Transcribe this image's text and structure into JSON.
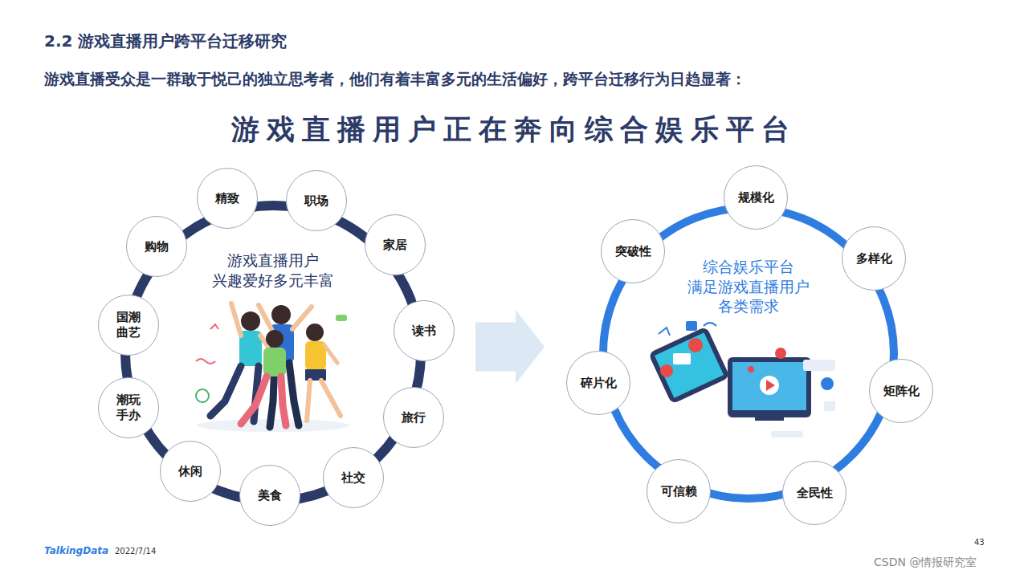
{
  "diagram": {
    "title": "2.2 游戏直播用户跨平台迁移研究",
    "caption": "游戏直播受众是一群敢于悦己的独立思考者，他们有着丰富多元的生活偏好，跨平台迁移行为日趋显著：",
    "nodes": [
      {
        "text": [
          "游戏直播用户 兴趣爱好多元丰富"
        ]
      },
      {
        "text": [
          "精致"
        ]
      },
      {
        "text": [
          "职场"
        ]
      },
      {
        "text": [
          "家居"
        ]
      },
      {
        "text": [
          "读书"
        ]
      },
      {
        "text": [
          "旅行"
        ]
      },
      {
        "text": [
          "社交"
        ]
      },
      {
        "text": [
          "美食"
        ]
      },
      {
        "text": [
          "休闲"
        ]
      },
      {
        "text": [
          "潮玩手办"
        ]
      },
      {
        "text": [
          "国潮曲艺"
        ]
      },
      {
        "text": [
          "购物"
        ]
      },
      {
        "text": [
          "综合娱乐平台 满足游戏直播用户 各类需求"
        ]
      },
      {
        "text": [
          "规模化"
        ]
      },
      {
        "text": [
          "多样化"
        ]
      },
      {
        "text": [
          "矩阵化"
        ]
      },
      {
        "text": [
          "全民性"
        ]
      },
      {
        "text": [
          "可信赖"
        ]
      },
      {
        "text": [
          "碎片化"
        ]
      },
      {
        "text": [
          "突破性"
        ]
      }
    ],
    "edges": [
      {
        "from": 0,
        "to": 12,
        "arrow": "to"
      }
    ],
    "labels": [
      "游戏直播用户正在奔向综合娱乐平台",
      "TalkingData",
      "2022/7/14",
      "43",
      "CSDN @情报研究室"
    ]
  }
}
